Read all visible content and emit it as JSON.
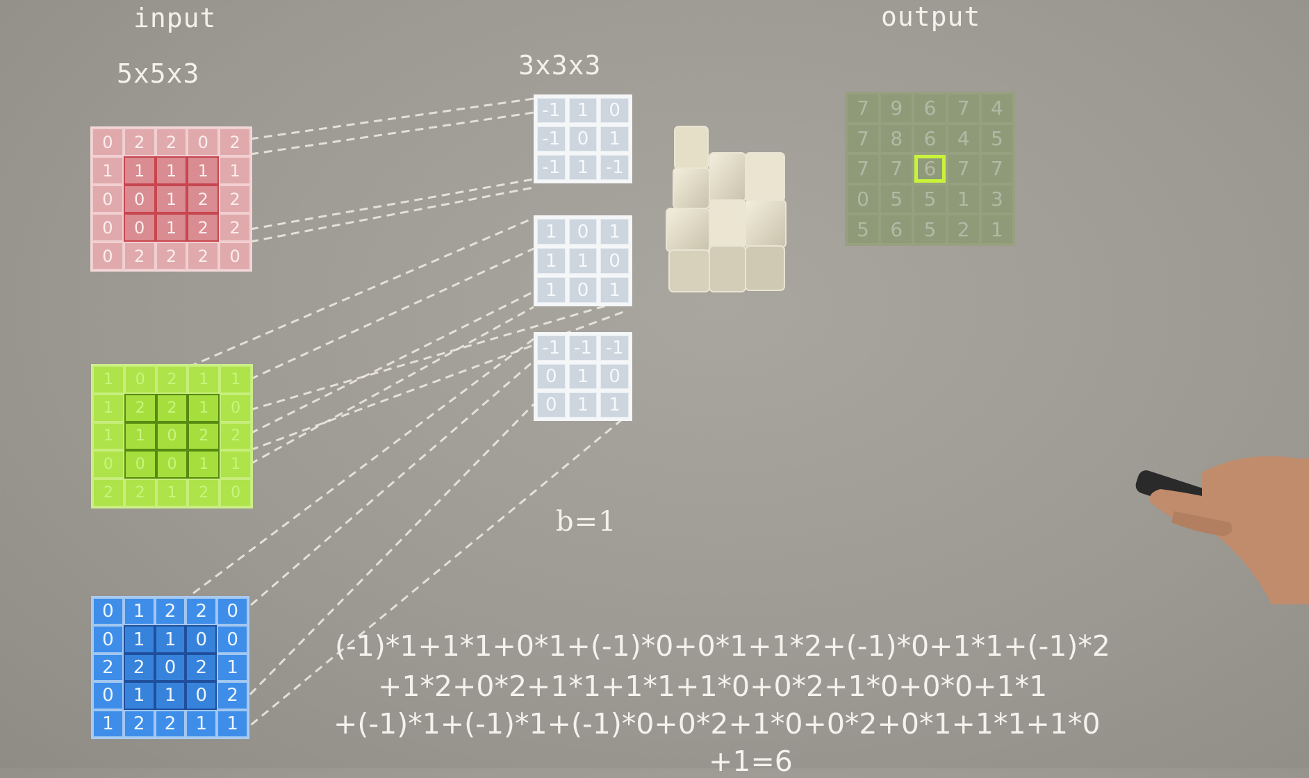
{
  "labels": {
    "input": "input",
    "output": "output",
    "input_dims": "5x5x3",
    "kernel_dims": "3x3x3",
    "bias": "b=1"
  },
  "input_channels": [
    {
      "color": "#e0aaad",
      "values": [
        [
          0,
          2,
          2,
          0,
          2
        ],
        [
          1,
          1,
          1,
          1,
          1
        ],
        [
          0,
          0,
          1,
          2,
          2
        ],
        [
          0,
          0,
          1,
          2,
          2
        ],
        [
          0,
          2,
          2,
          2,
          0
        ]
      ]
    },
    {
      "color": "#aee34a",
      "values": [
        [
          1,
          0,
          2,
          1,
          1
        ],
        [
          1,
          2,
          2,
          1,
          0
        ],
        [
          1,
          1,
          0,
          2,
          2
        ],
        [
          0,
          0,
          0,
          1,
          1
        ],
        [
          2,
          2,
          1,
          2,
          0
        ]
      ]
    },
    {
      "color": "#3e8ee9",
      "values": [
        [
          0,
          1,
          2,
          2,
          0
        ],
        [
          0,
          1,
          1,
          0,
          0
        ],
        [
          2,
          2,
          0,
          2,
          1
        ],
        [
          0,
          1,
          1,
          0,
          2
        ],
        [
          1,
          2,
          2,
          1,
          1
        ]
      ]
    }
  ],
  "kernels": [
    [
      [
        "-1",
        "1",
        "0"
      ],
      [
        "-1",
        "0",
        "1"
      ],
      [
        "-1",
        "1",
        "-1"
      ]
    ],
    [
      [
        "1",
        "0",
        "1"
      ],
      [
        "1",
        "1",
        "0"
      ],
      [
        "1",
        "0",
        "1"
      ]
    ],
    [
      [
        "-1",
        "-1",
        "-1"
      ],
      [
        "0",
        "1",
        "0"
      ],
      [
        "0",
        "1",
        "1"
      ]
    ]
  ],
  "output": {
    "values": [
      [
        7,
        9,
        6,
        7,
        4
      ],
      [
        7,
        8,
        6,
        4,
        5
      ],
      [
        7,
        7,
        6,
        7,
        7
      ],
      [
        0,
        5,
        5,
        1,
        3
      ],
      [
        5,
        6,
        5,
        2,
        1
      ]
    ],
    "highlight_color": "#c9f33a"
  },
  "formula": {
    "line1": "(-1)*1+1*1+0*1+(-1)*0+0*1+1*2+(-1)*0+1*1+(-1)*2",
    "line2": "+1*2+0*2+1*1+1*1+1*0+0*2+1*0+0*0+1*1",
    "line3": "+(-1)*1+(-1)*1+(-1)*0+0*2+1*0+0*2+0*1+1*1+1*0",
    "line4": "+1=6"
  }
}
